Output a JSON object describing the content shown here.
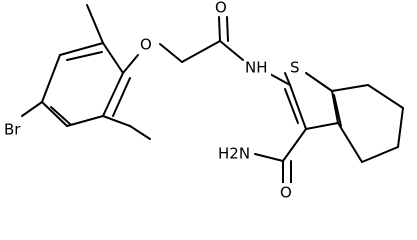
{
  "molecule": {
    "atoms": {
      "br": "Br",
      "o_ether": "O",
      "o_carbonyl": "O",
      "nh": "NH",
      "s": "S",
      "nh2": "H2N",
      "o_amide": "O"
    }
  }
}
